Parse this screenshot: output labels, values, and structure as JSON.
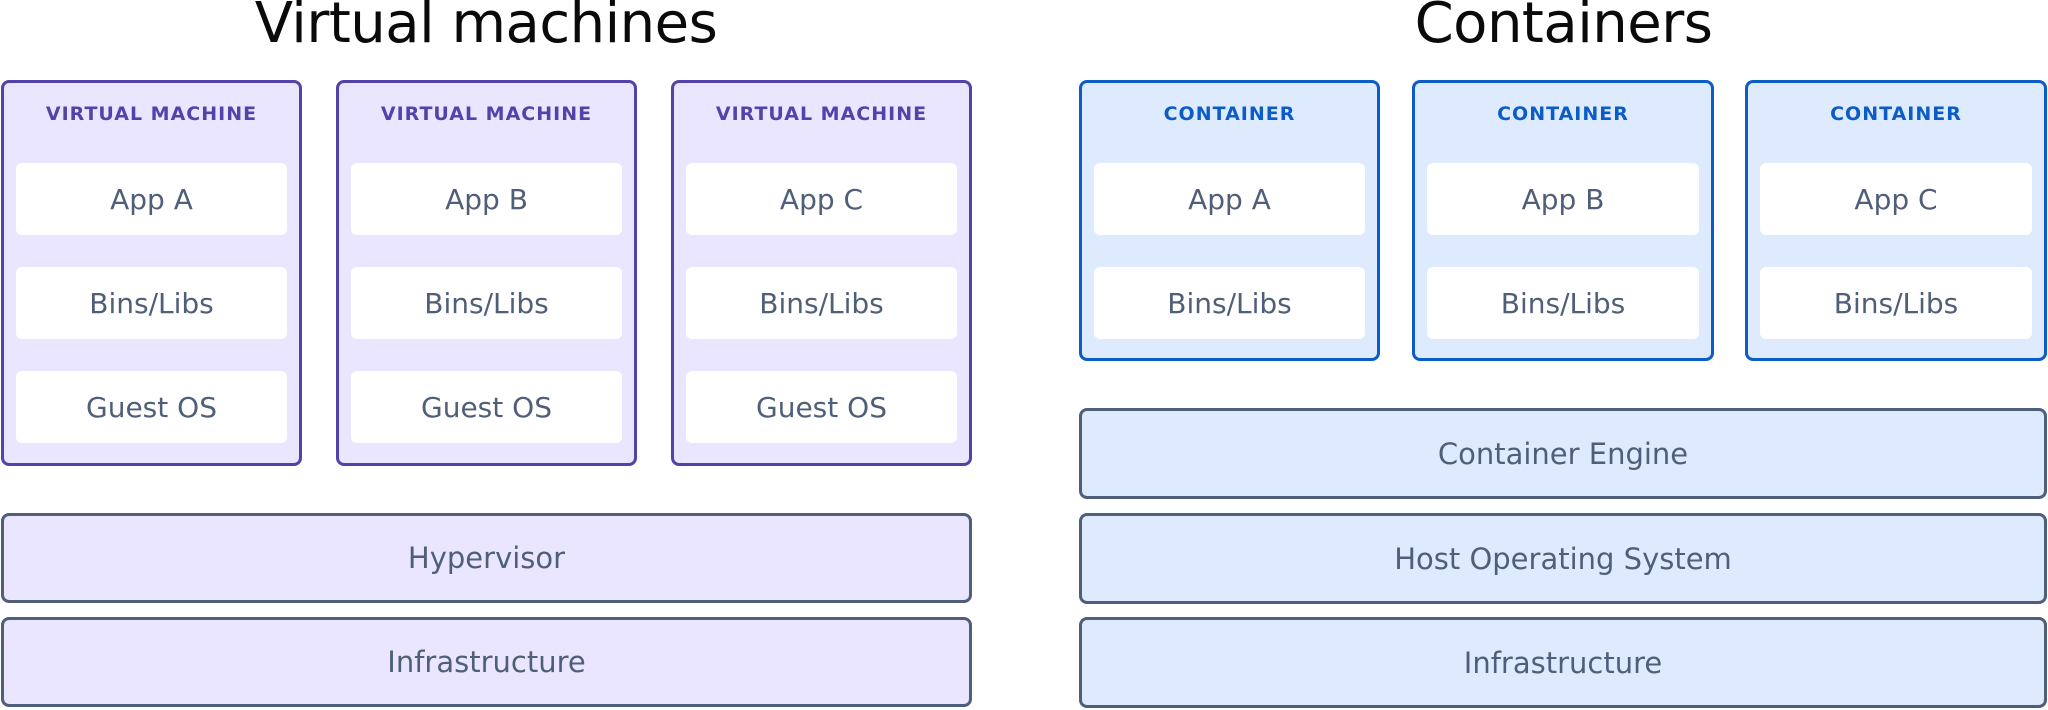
{
  "vm_section": {
    "title": "Virtual machines",
    "machines": [
      {
        "header": "VIRTUAL MACHINE",
        "layers": [
          "App A",
          "Bins/Libs",
          "Guest OS"
        ]
      },
      {
        "header": "VIRTUAL MACHINE",
        "layers": [
          "App B",
          "Bins/Libs",
          "Guest OS"
        ]
      },
      {
        "header": "VIRTUAL MACHINE",
        "layers": [
          "App C",
          "Bins/Libs",
          "Guest OS"
        ]
      }
    ],
    "stack": [
      "Hypervisor",
      "Infrastructure"
    ]
  },
  "container_section": {
    "title": "Containers",
    "containers": [
      {
        "header": "CONTAINER",
        "layers": [
          "App A",
          "Bins/Libs"
        ]
      },
      {
        "header": "CONTAINER",
        "layers": [
          "App B",
          "Bins/Libs"
        ]
      },
      {
        "header": "CONTAINER",
        "layers": [
          "App C",
          "Bins/Libs"
        ]
      }
    ],
    "stack": [
      "Container Engine",
      "Host Operating System",
      "Infrastructure"
    ]
  },
  "colors": {
    "vm_border": "#5243aa",
    "vm_fill": "#eae6ff",
    "container_border": "#0c5cc8",
    "container_fill": "#deebff",
    "slot_text": "#505f79"
  }
}
